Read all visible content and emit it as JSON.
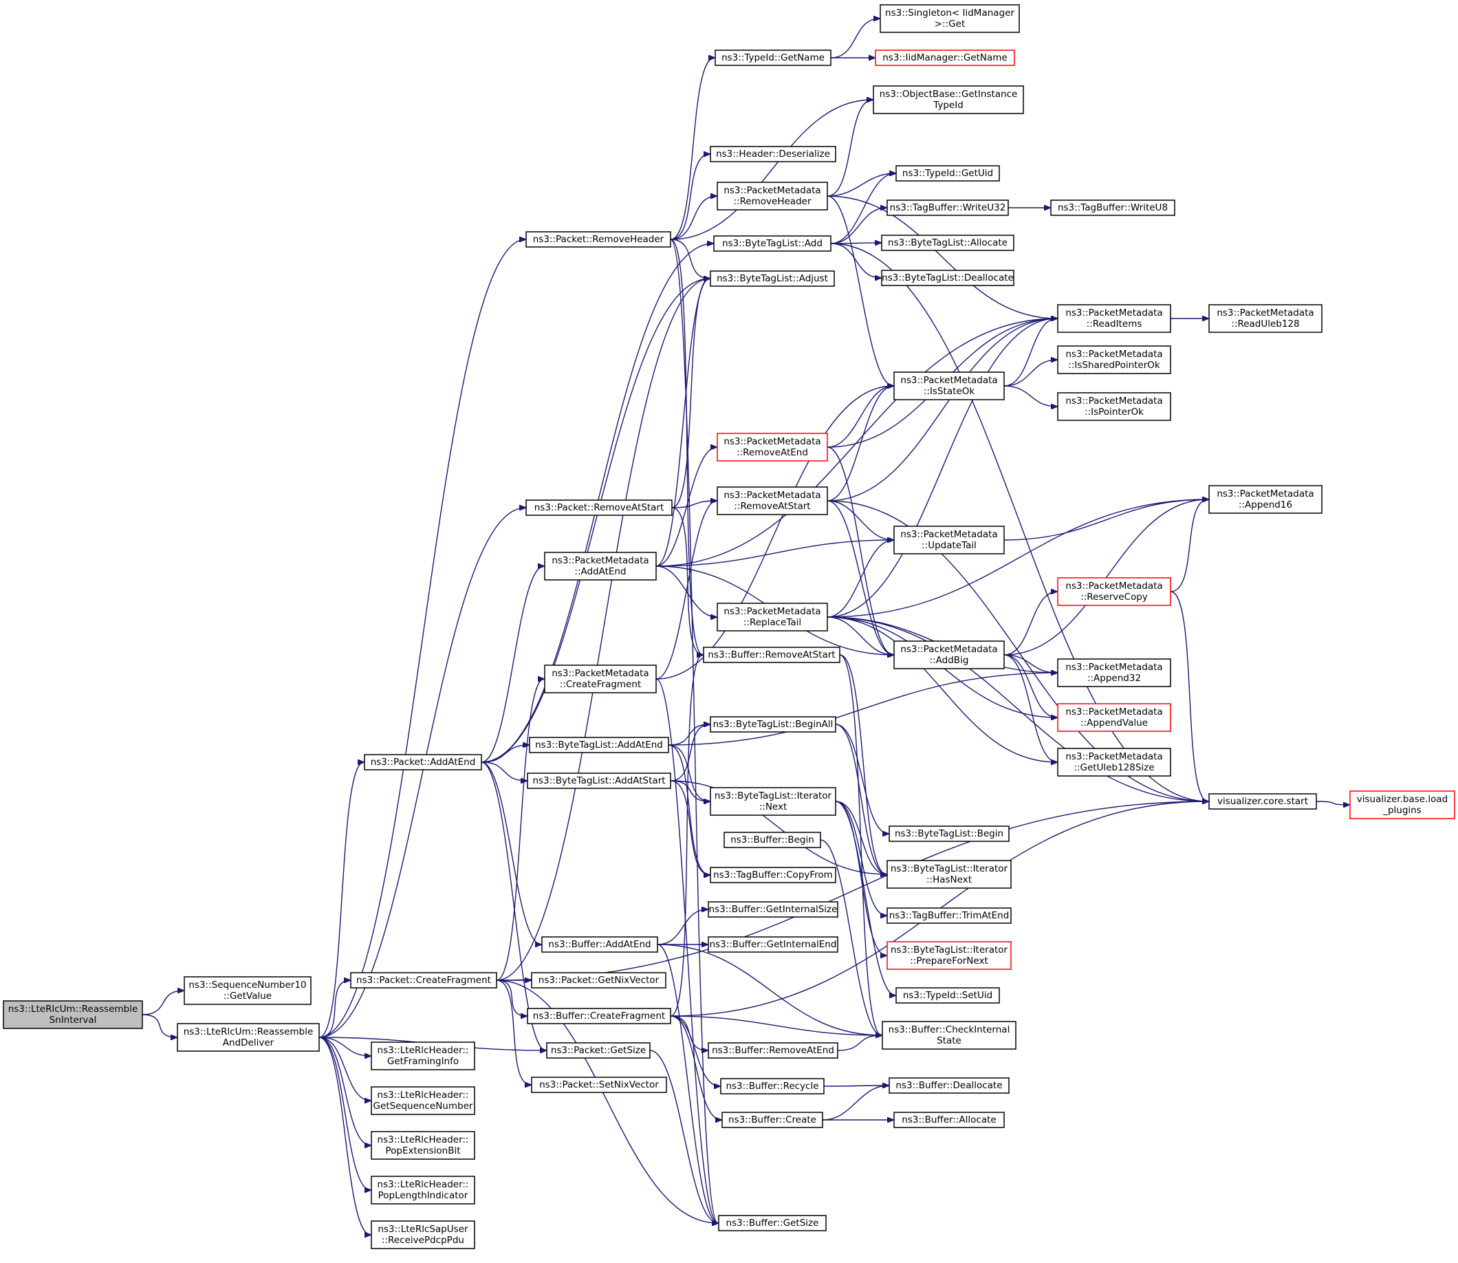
{
  "colors": {
    "edge": "#191970",
    "node_border": "#000000",
    "truncated_border": "#ff0000",
    "root_fill": "#bfbfbf"
  },
  "nodes": [
    {
      "id": "root",
      "lines": [
        "ns3::LteRlcUm::Reassemble",
        "SnInterval"
      ],
      "style": "root"
    },
    {
      "id": "seqget",
      "lines": [
        "ns3::SequenceNumber10",
        "::GetValue"
      ]
    },
    {
      "id": "rad",
      "lines": [
        "ns3::LteRlcUm::Reassemble",
        "AndDeliver"
      ]
    },
    {
      "id": "getframing",
      "lines": [
        "ns3::LteRlcHeader::",
        "GetFramingInfo"
      ]
    },
    {
      "id": "getseq",
      "lines": [
        "ns3::LteRlcHeader::",
        "GetSequenceNumber"
      ]
    },
    {
      "id": "popext",
      "lines": [
        "ns3::LteRlcHeader::",
        "PopExtensionBit"
      ]
    },
    {
      "id": "poplen",
      "lines": [
        "ns3::LteRlcHeader::",
        "PopLengthIndicator"
      ]
    },
    {
      "id": "recvpdcp",
      "lines": [
        "ns3::LteRlcSapUser",
        "::ReceivePdcpPdu"
      ]
    },
    {
      "id": "pktaddend",
      "lines": [
        "ns3::Packet::AddAtEnd"
      ]
    },
    {
      "id": "pktcreatefrag",
      "lines": [
        "ns3::Packet::CreateFragment"
      ]
    },
    {
      "id": "pktremhdr",
      "lines": [
        "ns3::Packet::RemoveHeader"
      ]
    },
    {
      "id": "pktremstart",
      "lines": [
        "ns3::Packet::RemoveAtStart"
      ]
    },
    {
      "id": "pmaddend",
      "lines": [
        "ns3::PacketMetadata",
        "::AddAtEnd"
      ]
    },
    {
      "id": "pmcreatefrag",
      "lines": [
        "ns3::PacketMetadata",
        "::CreateFragment"
      ]
    },
    {
      "id": "btladdend",
      "lines": [
        "ns3::ByteTagList::AddAtEnd"
      ]
    },
    {
      "id": "btladdstart",
      "lines": [
        "ns3::ByteTagList::AddAtStart"
      ]
    },
    {
      "id": "bufaddend",
      "lines": [
        "ns3::Buffer::AddAtEnd"
      ]
    },
    {
      "id": "pktgetnix",
      "lines": [
        "ns3::Packet::GetNixVector"
      ]
    },
    {
      "id": "bufcreatefrag",
      "lines": [
        "ns3::Buffer::CreateFragment"
      ]
    },
    {
      "id": "pktgetsize",
      "lines": [
        "ns3::Packet::GetSize"
      ]
    },
    {
      "id": "pktsetnix",
      "lines": [
        "ns3::Packet::SetNixVector"
      ]
    },
    {
      "id": "tidgetname",
      "lines": [
        "ns3::TypeId::GetName"
      ]
    },
    {
      "id": "hdrdeser",
      "lines": [
        "ns3::Header::Deserialize"
      ]
    },
    {
      "id": "pmremhdr",
      "lines": [
        "ns3::PacketMetadata",
        "::RemoveHeader"
      ]
    },
    {
      "id": "btladd",
      "lines": [
        "ns3::ByteTagList::Add"
      ]
    },
    {
      "id": "btladjust",
      "lines": [
        "ns3::ByteTagList::Adjust"
      ]
    },
    {
      "id": "pmremend",
      "lines": [
        "ns3::PacketMetadata",
        "::RemoveAtEnd"
      ],
      "style": "red"
    },
    {
      "id": "pmremstart",
      "lines": [
        "ns3::PacketMetadata",
        "::RemoveAtStart"
      ]
    },
    {
      "id": "pmreplacetail",
      "lines": [
        "ns3::PacketMetadata",
        "::ReplaceTail"
      ]
    },
    {
      "id": "bufremstart",
      "lines": [
        "ns3::Buffer::RemoveAtStart"
      ]
    },
    {
      "id": "btlbeginall",
      "lines": [
        "ns3::ByteTagList::BeginAll"
      ]
    },
    {
      "id": "btlitnext",
      "lines": [
        "ns3::ByteTagList::Iterator",
        "::Next"
      ]
    },
    {
      "id": "bufbegin",
      "lines": [
        "ns3::Buffer::Begin"
      ]
    },
    {
      "id": "tbcopyfrom",
      "lines": [
        "ns3::TagBuffer::CopyFrom"
      ]
    },
    {
      "id": "bufgetintsize",
      "lines": [
        "ns3::Buffer::GetInternalSize"
      ]
    },
    {
      "id": "bufgetintend",
      "lines": [
        "ns3::Buffer::GetInternalEnd"
      ]
    },
    {
      "id": "bufremend",
      "lines": [
        "ns3::Buffer::RemoveAtEnd"
      ]
    },
    {
      "id": "bufrecycle",
      "lines": [
        "ns3::Buffer::Recycle"
      ]
    },
    {
      "id": "bufcreate",
      "lines": [
        "ns3::Buffer::Create"
      ]
    },
    {
      "id": "bufgetsize",
      "lines": [
        "ns3::Buffer::GetSize"
      ]
    },
    {
      "id": "singleton",
      "lines": [
        "ns3::Singleton< IidManager",
        " >::Get"
      ]
    },
    {
      "id": "iidgetname",
      "lines": [
        "ns3::IidManager::GetName"
      ],
      "style": "red"
    },
    {
      "id": "objbase",
      "lines": [
        "ns3::ObjectBase::GetInstance",
        "TypeId"
      ]
    },
    {
      "id": "tidgetuid",
      "lines": [
        "ns3::TypeId::GetUid"
      ]
    },
    {
      "id": "tbwriteu32",
      "lines": [
        "ns3::TagBuffer::WriteU32"
      ]
    },
    {
      "id": "btlallocate",
      "lines": [
        "ns3::ByteTagList::Allocate"
      ]
    },
    {
      "id": "btldealloc",
      "lines": [
        "ns3::ByteTagList::Deallocate"
      ]
    },
    {
      "id": "pmisstateok",
      "lines": [
        "ns3::PacketMetadata",
        "::IsStateOk"
      ]
    },
    {
      "id": "pmupdatetail",
      "lines": [
        "ns3::PacketMetadata",
        "::UpdateTail"
      ]
    },
    {
      "id": "pmaddbig",
      "lines": [
        "ns3::PacketMetadata",
        "::AddBig"
      ]
    },
    {
      "id": "btlbegin",
      "lines": [
        "ns3::ByteTagList::Begin"
      ]
    },
    {
      "id": "btlithasnext",
      "lines": [
        "ns3::ByteTagList::Iterator",
        "::HasNext"
      ]
    },
    {
      "id": "tbtrimend",
      "lines": [
        "ns3::TagBuffer::TrimAtEnd"
      ]
    },
    {
      "id": "btlitprep",
      "lines": [
        "ns3::ByteTagList::Iterator",
        "::PrepareForNext"
      ],
      "style": "red"
    },
    {
      "id": "tidsetuid",
      "lines": [
        "ns3::TypeId::SetUid"
      ]
    },
    {
      "id": "bufcheckint",
      "lines": [
        "ns3::Buffer::CheckInternal",
        "State"
      ]
    },
    {
      "id": "bufdealloc",
      "lines": [
        "ns3::Buffer::Deallocate"
      ]
    },
    {
      "id": "bufalloc",
      "lines": [
        "ns3::Buffer::Allocate"
      ]
    },
    {
      "id": "tbwriteu8",
      "lines": [
        "ns3::TagBuffer::WriteU8"
      ]
    },
    {
      "id": "pmreaditems",
      "lines": [
        "ns3::PacketMetadata",
        "::ReadItems"
      ]
    },
    {
      "id": "pmissharedptr",
      "lines": [
        "ns3::PacketMetadata",
        "::IsSharedPointerOk"
      ]
    },
    {
      "id": "pmisptr",
      "lines": [
        "ns3::PacketMetadata",
        "::IsPointerOk"
      ]
    },
    {
      "id": "pmreservecopy",
      "lines": [
        "ns3::PacketMetadata",
        "::ReserveCopy"
      ],
      "style": "red"
    },
    {
      "id": "pmappend32",
      "lines": [
        "ns3::PacketMetadata",
        "::Append32"
      ]
    },
    {
      "id": "pmappendvalue",
      "lines": [
        "ns3::PacketMetadata",
        "::AppendValue"
      ],
      "style": "red"
    },
    {
      "id": "pmgetuleb",
      "lines": [
        "ns3::PacketMetadata",
        "::GetUleb128Size"
      ]
    },
    {
      "id": "pmreaduleb",
      "lines": [
        "ns3::PacketMetadata",
        "::ReadUleb128"
      ]
    },
    {
      "id": "pmappend16",
      "lines": [
        "ns3::PacketMetadata",
        "::Append16"
      ]
    },
    {
      "id": "vizstart",
      "lines": [
        "visualizer.core.start"
      ]
    },
    {
      "id": "vizload",
      "lines": [
        "visualizer.base.load",
        "_plugins"
      ],
      "style": "red"
    }
  ],
  "edges": [
    [
      "root",
      "seqget"
    ],
    [
      "root",
      "rad"
    ],
    [
      "rad",
      "getframing"
    ],
    [
      "rad",
      "getseq"
    ],
    [
      "rad",
      "popext"
    ],
    [
      "rad",
      "poplen"
    ],
    [
      "rad",
      "recvpdcp"
    ],
    [
      "rad",
      "pktaddend"
    ],
    [
      "rad",
      "pktcreatefrag"
    ],
    [
      "rad",
      "pktremhdr"
    ],
    [
      "rad",
      "pktremstart"
    ],
    [
      "rad",
      "pktgetsize"
    ],
    [
      "pktaddend",
      "pmaddend"
    ],
    [
      "pktaddend",
      "btladdend"
    ],
    [
      "pktaddend",
      "btladdstart"
    ],
    [
      "pktaddend",
      "bufaddend"
    ],
    [
      "pktaddend",
      "btladd"
    ],
    [
      "pktaddend",
      "btladjust"
    ],
    [
      "pktaddend",
      "pktgetsize"
    ],
    [
      "pktcreatefrag",
      "pmcreatefrag"
    ],
    [
      "pktcreatefrag",
      "pktgetnix"
    ],
    [
      "pktcreatefrag",
      "bufcreatefrag"
    ],
    [
      "pktcreatefrag",
      "pktsetnix"
    ],
    [
      "pktcreatefrag",
      "btladjust"
    ],
    [
      "pktcreatefrag",
      "bufgetsize"
    ],
    [
      "pktcreatefrag",
      "vizstart"
    ],
    [
      "pktremhdr",
      "tidgetname"
    ],
    [
      "pktremhdr",
      "objbase"
    ],
    [
      "pktremhdr",
      "hdrdeser"
    ],
    [
      "pktremhdr",
      "pmremhdr"
    ],
    [
      "pktremhdr",
      "btladjust"
    ],
    [
      "pktremhdr",
      "bufremstart"
    ],
    [
      "pktremhdr",
      "bufgetsize"
    ],
    [
      "pktremstart",
      "pmremstart"
    ],
    [
      "pktremstart",
      "btladjust"
    ],
    [
      "pktremstart",
      "bufremstart"
    ],
    [
      "pmaddend",
      "pmreaditems"
    ],
    [
      "pmaddend",
      "pmupdatetail"
    ],
    [
      "pmaddend",
      "pmreplacetail"
    ],
    [
      "pmaddend",
      "pmaddbig"
    ],
    [
      "pmaddend",
      "pmremend"
    ],
    [
      "pmaddend",
      "btladjust"
    ],
    [
      "pmcreatefrag",
      "pmremstart"
    ],
    [
      "pmcreatefrag",
      "pmisstateok"
    ],
    [
      "pmcreatefrag",
      "bufgetsize"
    ],
    [
      "btladdend",
      "btlbeginall"
    ],
    [
      "btladdend",
      "btlitnext"
    ],
    [
      "btladdend",
      "tbcopyfrom"
    ],
    [
      "btladdend",
      "pmappend32"
    ],
    [
      "btladdstart",
      "btlbeginall"
    ],
    [
      "btladdstart",
      "btlitnext"
    ],
    [
      "btladdstart",
      "tbcopyfrom"
    ],
    [
      "btladdstart",
      "btlithasnext"
    ],
    [
      "bufaddend",
      "bufgetintsize"
    ],
    [
      "bufaddend",
      "bufgetintend"
    ],
    [
      "bufaddend",
      "bufcheckint"
    ],
    [
      "bufaddend",
      "bufgetsize"
    ],
    [
      "bufcreatefrag",
      "bufremend"
    ],
    [
      "bufcreatefrag",
      "bufrecycle"
    ],
    [
      "bufcreatefrag",
      "bufcreate"
    ],
    [
      "bufcreatefrag",
      "bufcheckint"
    ],
    [
      "bufcreatefrag",
      "bufremstart"
    ],
    [
      "bufcreatefrag",
      "vizstart"
    ],
    [
      "pktgetsize",
      "bufgetsize"
    ],
    [
      "tidgetname",
      "singleton"
    ],
    [
      "tidgetname",
      "iidgetname"
    ],
    [
      "pmremhdr",
      "objbase"
    ],
    [
      "pmremhdr",
      "tidgetuid"
    ],
    [
      "pmremhdr",
      "pmreaditems"
    ],
    [
      "pmremhdr",
      "pmisstateok"
    ],
    [
      "btladd",
      "tbwriteu32"
    ],
    [
      "btladd",
      "btlallocate"
    ],
    [
      "btladd",
      "btldealloc"
    ],
    [
      "btladd",
      "tidgetuid"
    ],
    [
      "btladd",
      "vizstart"
    ],
    [
      "pmremend",
      "pmisstateok"
    ],
    [
      "pmremend",
      "pmreaditems"
    ],
    [
      "pmremend",
      "pmaddbig"
    ],
    [
      "pmremstart",
      "pmisstateok"
    ],
    [
      "pmremstart",
      "pmupdatetail"
    ],
    [
      "pmremstart",
      "pmaddbig"
    ],
    [
      "pmremstart",
      "pmreaditems"
    ],
    [
      "pmremstart",
      "vizstart"
    ],
    [
      "pmreplacetail",
      "pmupdatetail"
    ],
    [
      "pmreplacetail",
      "pmaddbig"
    ],
    [
      "pmreplacetail",
      "pmappend32"
    ],
    [
      "pmreplacetail",
      "pmappendvalue"
    ],
    [
      "pmreplacetail",
      "pmgetuleb"
    ],
    [
      "pmreplacetail",
      "pmreaditems"
    ],
    [
      "pmreplacetail",
      "pmappend16"
    ],
    [
      "pmreplacetail",
      "vizstart"
    ],
    [
      "bufremstart",
      "bufcheckint"
    ],
    [
      "bufremstart",
      "btlithasnext"
    ],
    [
      "btlbeginall",
      "btlbegin"
    ],
    [
      "btlbeginall",
      "btlithasnext"
    ],
    [
      "btlitnext",
      "btlithasnext"
    ],
    [
      "btlitnext",
      "tbtrimend"
    ],
    [
      "btlitnext",
      "btlitprep"
    ],
    [
      "btlitnext",
      "tidsetuid"
    ],
    [
      "bufbegin",
      "bufcheckint"
    ],
    [
      "bufremend",
      "bufcheckint"
    ],
    [
      "bufrecycle",
      "bufdealloc"
    ],
    [
      "bufcreate",
      "bufdealloc"
    ],
    [
      "bufcreate",
      "bufalloc"
    ],
    [
      "tbwriteu32",
      "tbwriteu8"
    ],
    [
      "pmisstateok",
      "pmreaditems"
    ],
    [
      "pmisstateok",
      "pmissharedptr"
    ],
    [
      "pmisstateok",
      "pmisptr"
    ],
    [
      "pmupdatetail",
      "pmappend16"
    ],
    [
      "pmaddbig",
      "pmreservecopy"
    ],
    [
      "pmaddbig",
      "pmappend32"
    ],
    [
      "pmaddbig",
      "pmappendvalue"
    ],
    [
      "pmaddbig",
      "pmgetuleb"
    ],
    [
      "pmaddbig",
      "pmappend16"
    ],
    [
      "pmreaditems",
      "pmreaduleb"
    ],
    [
      "pmreservecopy",
      "pmappend16"
    ],
    [
      "pmreservecopy",
      "vizstart"
    ],
    [
      "vizstart",
      "vizload"
    ]
  ]
}
